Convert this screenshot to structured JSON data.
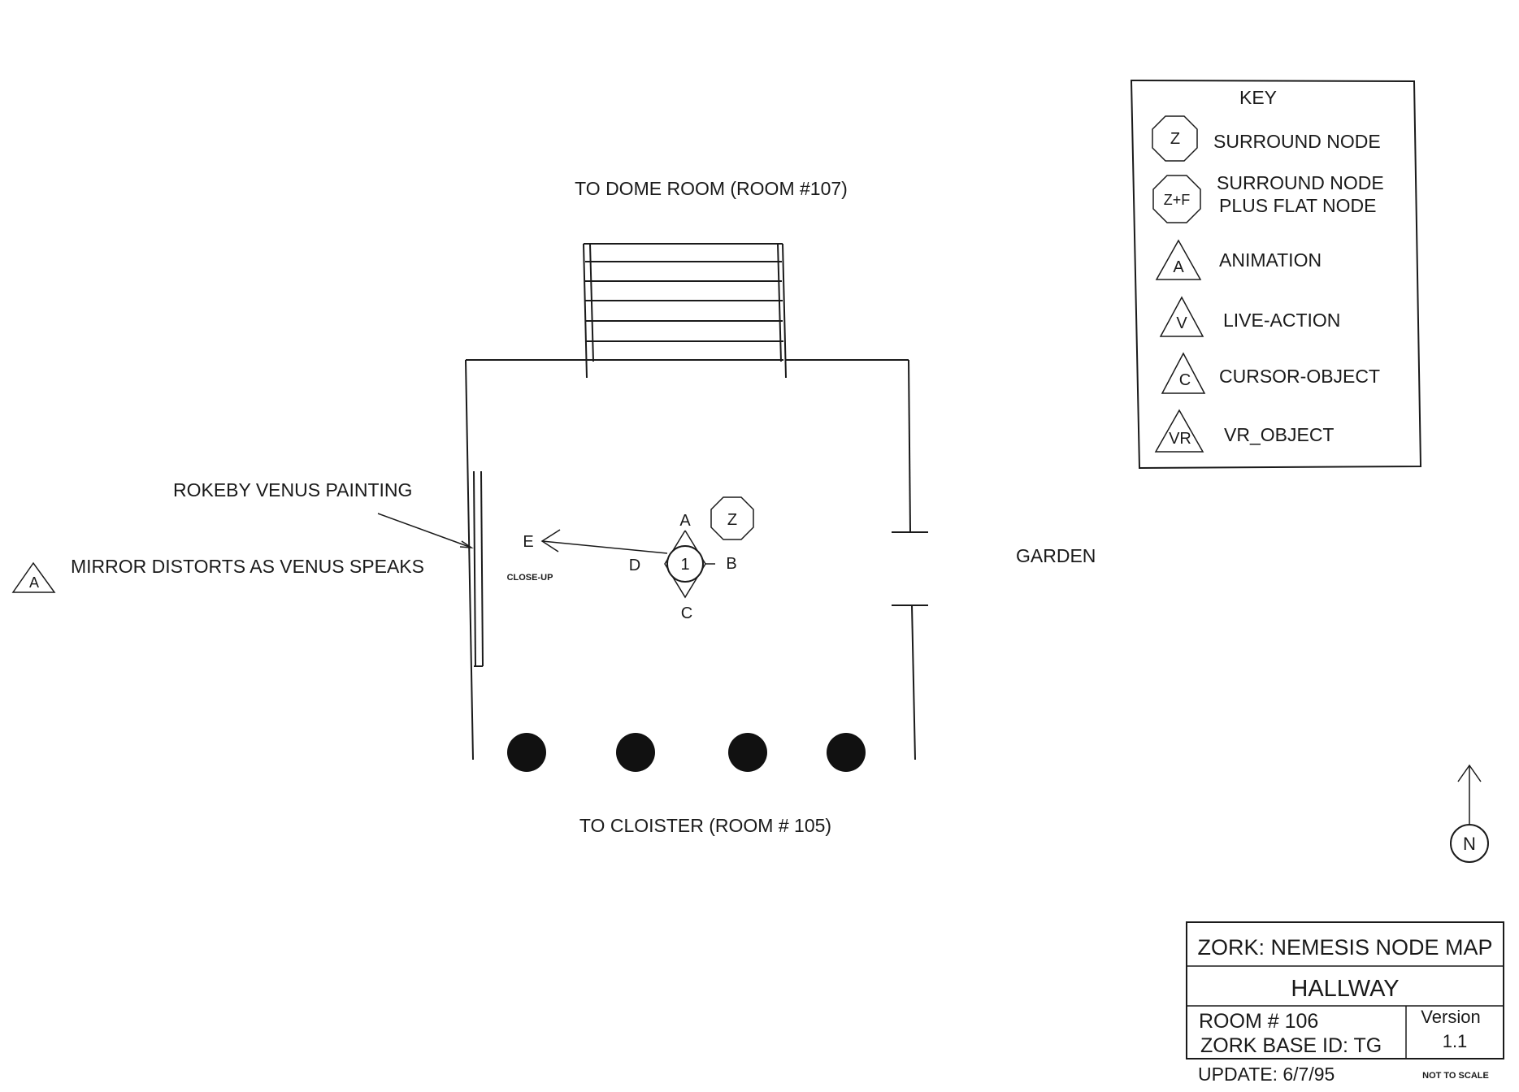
{
  "map": {
    "north_room": "TO DOME ROOM (ROOM #107)",
    "south_room": "TO CLOISTER (ROOM # 105)",
    "east_room": "GARDEN",
    "painting_label": "ROKEBY VENUS PAINTING",
    "animation_symbol": "A",
    "animation_note": "MIRROR DISTORTS AS VENUS SPEAKS",
    "closeup_label": "CLOSE-UP",
    "node": {
      "number": "1",
      "type_symbol": "Z",
      "views": {
        "north": "A",
        "east": "B",
        "south": "C",
        "west": "D",
        "closeup": "E"
      }
    }
  },
  "key": {
    "title": "KEY",
    "items": [
      {
        "symbol": "Z",
        "label": "SURROUND NODE",
        "label2": "",
        "shape": "octagon"
      },
      {
        "symbol": "Z+F",
        "label": "SURROUND NODE",
        "label2": "PLUS FLAT NODE",
        "shape": "octagon"
      },
      {
        "symbol": "A",
        "label": "ANIMATION",
        "label2": "",
        "shape": "triangle"
      },
      {
        "symbol": "V",
        "label": "LIVE-ACTION",
        "label2": "",
        "shape": "triangle"
      },
      {
        "symbol": "C",
        "label": "CURSOR-OBJECT",
        "label2": "",
        "shape": "triangle"
      },
      {
        "symbol": "VR",
        "label": "VR_OBJECT",
        "label2": "",
        "shape": "triangle"
      }
    ]
  },
  "compass": {
    "symbol": "N"
  },
  "title_block": {
    "project": "ZORK: NEMESIS NODE MAP",
    "room_name": "HALLWAY",
    "room_number": "ROOM # 106",
    "base_id": "ZORK BASE ID: TG",
    "version_label": "Version",
    "version": "1.1",
    "update": "UPDATE: 6/7/95",
    "scale_note": "NOT TO SCALE"
  }
}
